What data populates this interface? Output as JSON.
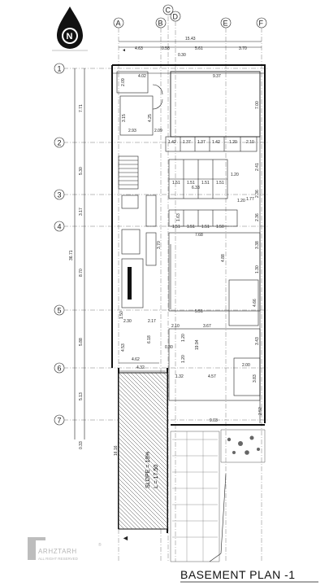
{
  "title": "BASEMENT PLAN -1",
  "logo": {
    "brand": "ARHZTARH",
    "tagline": "ALL RIGHT RESERVED",
    "mark": "®"
  },
  "north_label": "N",
  "column_axes": [
    "A",
    "B",
    "C",
    "D",
    "E",
    "F"
  ],
  "row_axes": [
    "1",
    "2",
    "3",
    "4",
    "5",
    "6",
    "7"
  ],
  "top_dimensions": {
    "total": "15.43",
    "segments": [
      "4.63",
      "0.58",
      "5.61",
      "3.70"
    ],
    "small": "0.30"
  },
  "left_dimensions": {
    "total": "36.71",
    "segments": [
      "7.71",
      "5.30",
      "3.17",
      "8.70",
      "5.88",
      "5.13"
    ],
    "bottom": "0.33"
  },
  "room_dimensions": {
    "top_room_width": "9.37",
    "top_room_height": "7.00",
    "stair_top": "4.02",
    "stair_left": "2.09",
    "core_height": "4.25",
    "core_width": "3.15",
    "landing": "2.93",
    "landing_b": "2.09",
    "stall_row_a": [
      "1.42",
      "1.37",
      "1.37",
      "1.42",
      "1.20",
      "2.10"
    ],
    "stall_row_b": [
      "1.51",
      "1.51",
      "1.51",
      "1.51"
    ],
    "stall_row_c": [
      "1.51",
      "1.51",
      "1.51",
      "1.50"
    ],
    "corridor": "6.33",
    "small_a": "1.20",
    "small_b": "1.20",
    "side_a": "2.41",
    "side_b": "2.36",
    "side_c": "1.77",
    "side_d": "2.36",
    "side_e": "1.63",
    "hall_width": "7.68",
    "hall_height": "4.88",
    "right_a": "3.38",
    "right_b": "1.30",
    "right_c": "4.66",
    "mid_width": "5.51",
    "shaft": "3.70",
    "lower_a": "3.67",
    "lower_b": "2.10",
    "lower_c": "1.20",
    "lower_d": "1.20",
    "lower_e": "19.94",
    "lower_f": "3.43",
    "lower_g": "2.00",
    "lower_h": "3.83",
    "lower_i": "4.57",
    "lower_j": "1.32",
    "lower_k": "2.52",
    "lower_l": "9.03",
    "lower_m": "0.80",
    "left_a": "4.53",
    "left_b": "6.18",
    "left_c": "4.62",
    "left_d": "4.32",
    "left_e": "2.30",
    "left_f": "2.17",
    "left_g": "1.50"
  },
  "ramp": {
    "slope": "SLOPE = 18%",
    "length": "L = 17.50",
    "width": "16.16"
  }
}
